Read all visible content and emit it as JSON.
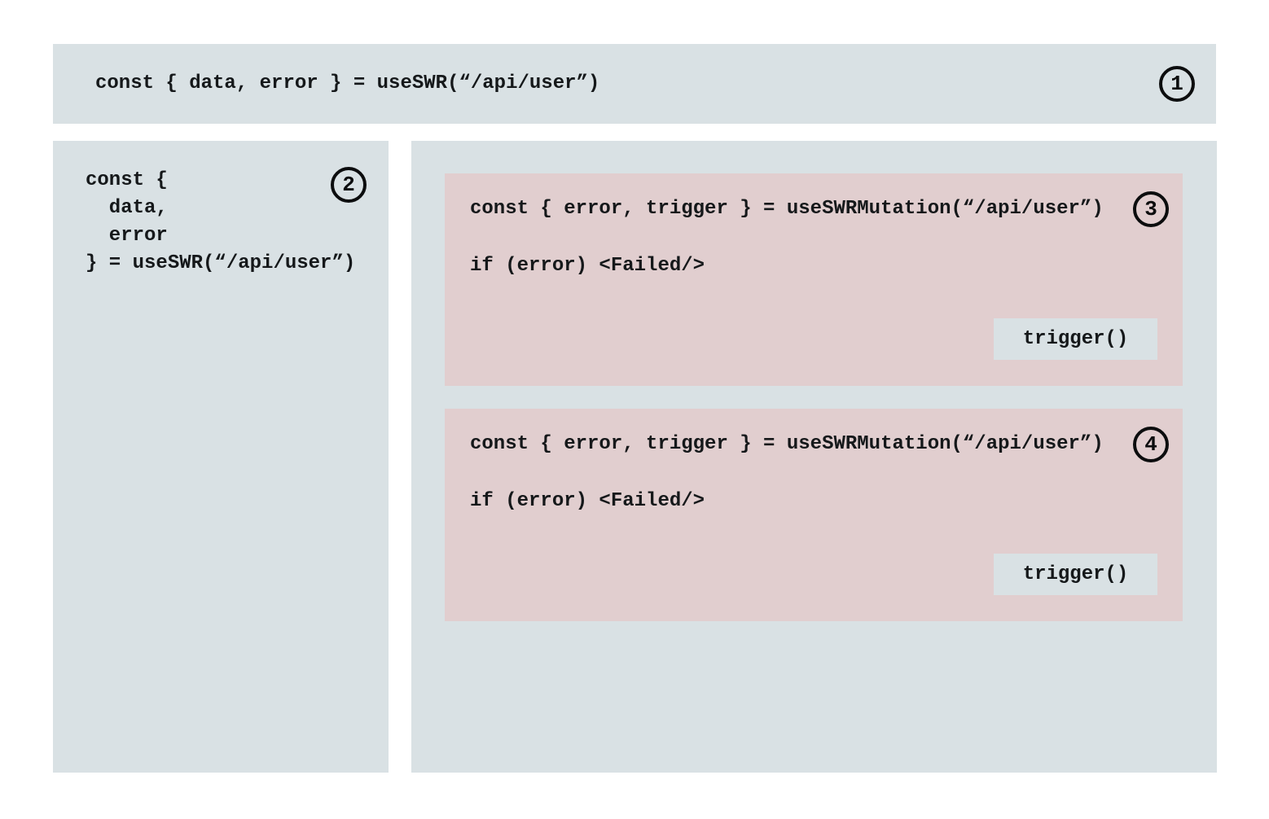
{
  "colors": {
    "page_bg": "#ffffff",
    "panel_bg": "#d9e1e4",
    "card_bg": "#e1cecf",
    "button_bg": "#d9e1e4",
    "text": "#15181a",
    "badge_outline": "#0c0d0e"
  },
  "panels": {
    "top": {
      "badge": "1",
      "code": "const { data, error } = useSWR(“/api/user”)"
    },
    "left": {
      "badge": "2",
      "code": "const {\n  data,\n  error\n} = useSWR(“/api/user”)"
    },
    "right": {
      "cards": [
        {
          "badge": "3",
          "code": "const { error, trigger } = useSWRMutation(“/api/user”)\n\nif (error) <Failed/>",
          "button_label": "trigger()"
        },
        {
          "badge": "4",
          "code": "const { error, trigger } = useSWRMutation(“/api/user”)\n\nif (error) <Failed/>",
          "button_label": "trigger()"
        }
      ]
    }
  }
}
